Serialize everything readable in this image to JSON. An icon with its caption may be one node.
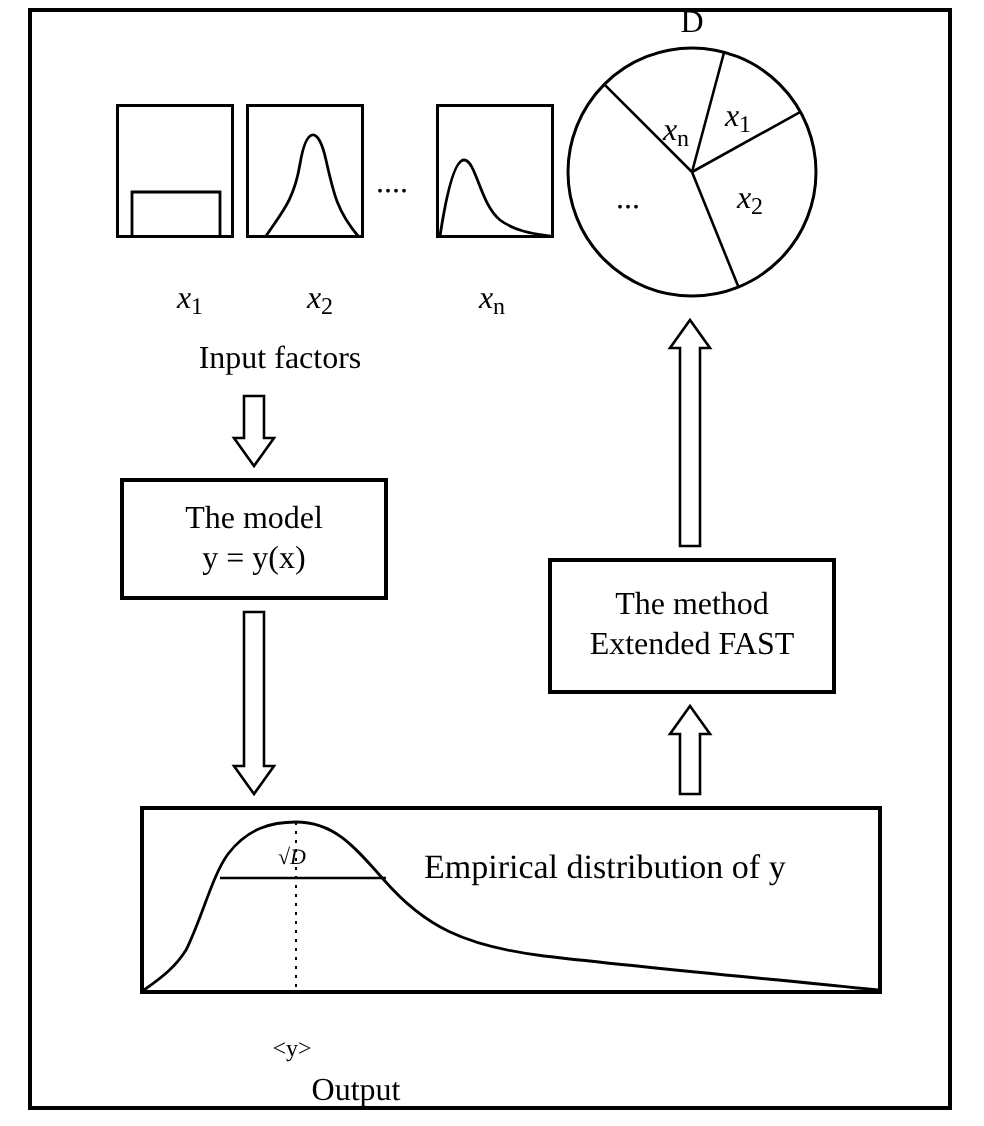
{
  "diagram": {
    "nodes": [
      {
        "text": [
          "Input factors"
        ]
      },
      {
        "text": [
          "The model",
          "y = y(x)"
        ]
      },
      {
        "text": [
          "Empirical distribution of y"
        ],
        "beside": [
          "<y>",
          "Output"
        ]
      },
      {
        "text": [
          "The method",
          "Extended FAST"
        ]
      },
      {
        "text": [
          "D"
        ]
      }
    ],
    "edges": [
      {
        "from": 0,
        "to": 1,
        "arrow": "to"
      },
      {
        "from": 1,
        "to": 2,
        "arrow": "to"
      },
      {
        "from": 2,
        "to": 3,
        "arrow": "to"
      },
      {
        "from": 3,
        "to": 4,
        "arrow": "to"
      }
    ],
    "labels": [
      "*x*$_{1}$",
      "*x*$_{2}$",
      "....",
      "*x*$_{n}$",
      "*x*$_{n}$",
      "*x*$_{1}$",
      "*x*$_{2}$",
      "...",
      "√*D*"
    ]
  }
}
